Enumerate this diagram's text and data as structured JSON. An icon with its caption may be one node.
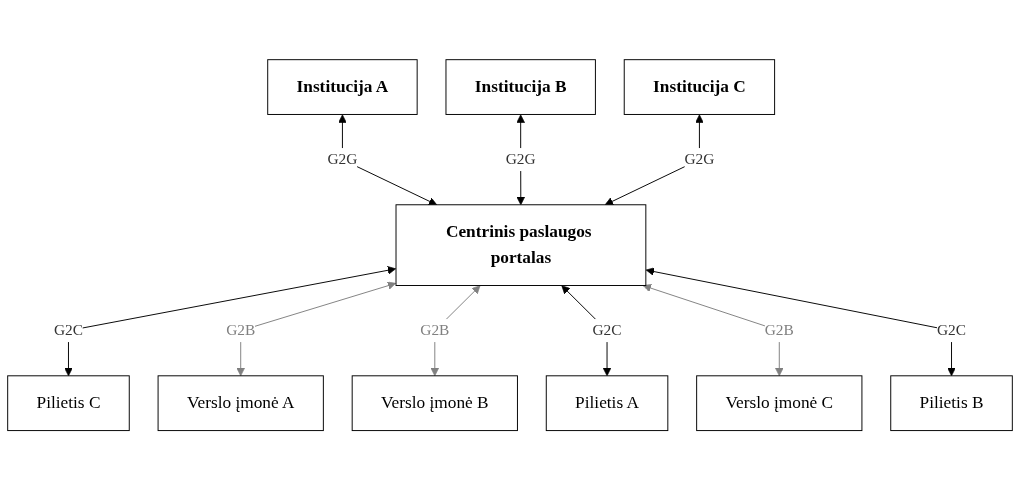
{
  "diagram": {
    "nodes": [
      {
        "text": [
          "Institucija A"
        ]
      },
      {
        "text": [
          "Institucija B"
        ]
      },
      {
        "text": [
          "Institucija C"
        ]
      },
      {
        "text": [
          "Centrinis paslaugos portalas"
        ]
      },
      {
        "text": [
          "Pilietis C"
        ]
      },
      {
        "text": [
          "Pilietis A"
        ]
      },
      {
        "text": [
          "Pilietis B"
        ]
      },
      {
        "text": [
          "Verslo įmonė A"
        ]
      },
      {
        "text": [
          "Verslo įmonė B"
        ]
      },
      {
        "text": [
          "Verslo įmonė C"
        ]
      }
    ],
    "edges": [
      {
        "from": 0,
        "to": 3,
        "arrow": "both",
        "label": "G2G"
      },
      {
        "from": 1,
        "to": 3,
        "arrow": "both",
        "label": "G2G"
      },
      {
        "from": 2,
        "to": 3,
        "arrow": "both",
        "label": "G2G"
      },
      {
        "from": 3,
        "to": 4,
        "arrow": "both",
        "label": "G2C"
      },
      {
        "from": 3,
        "to": 7,
        "arrow": "both",
        "label": "G2B",
        "color": "#808080"
      },
      {
        "from": 3,
        "to": 8,
        "arrow": "both",
        "label": "G2B",
        "color": "#808080"
      },
      {
        "from": 3,
        "to": 5,
        "arrow": "both",
        "label": "G2C"
      },
      {
        "from": 3,
        "to": 9,
        "arrow": "both",
        "label": "G2B",
        "color": "#808080"
      },
      {
        "from": 3,
        "to": 6,
        "arrow": "both",
        "label": "G2C"
      }
    ]
  }
}
